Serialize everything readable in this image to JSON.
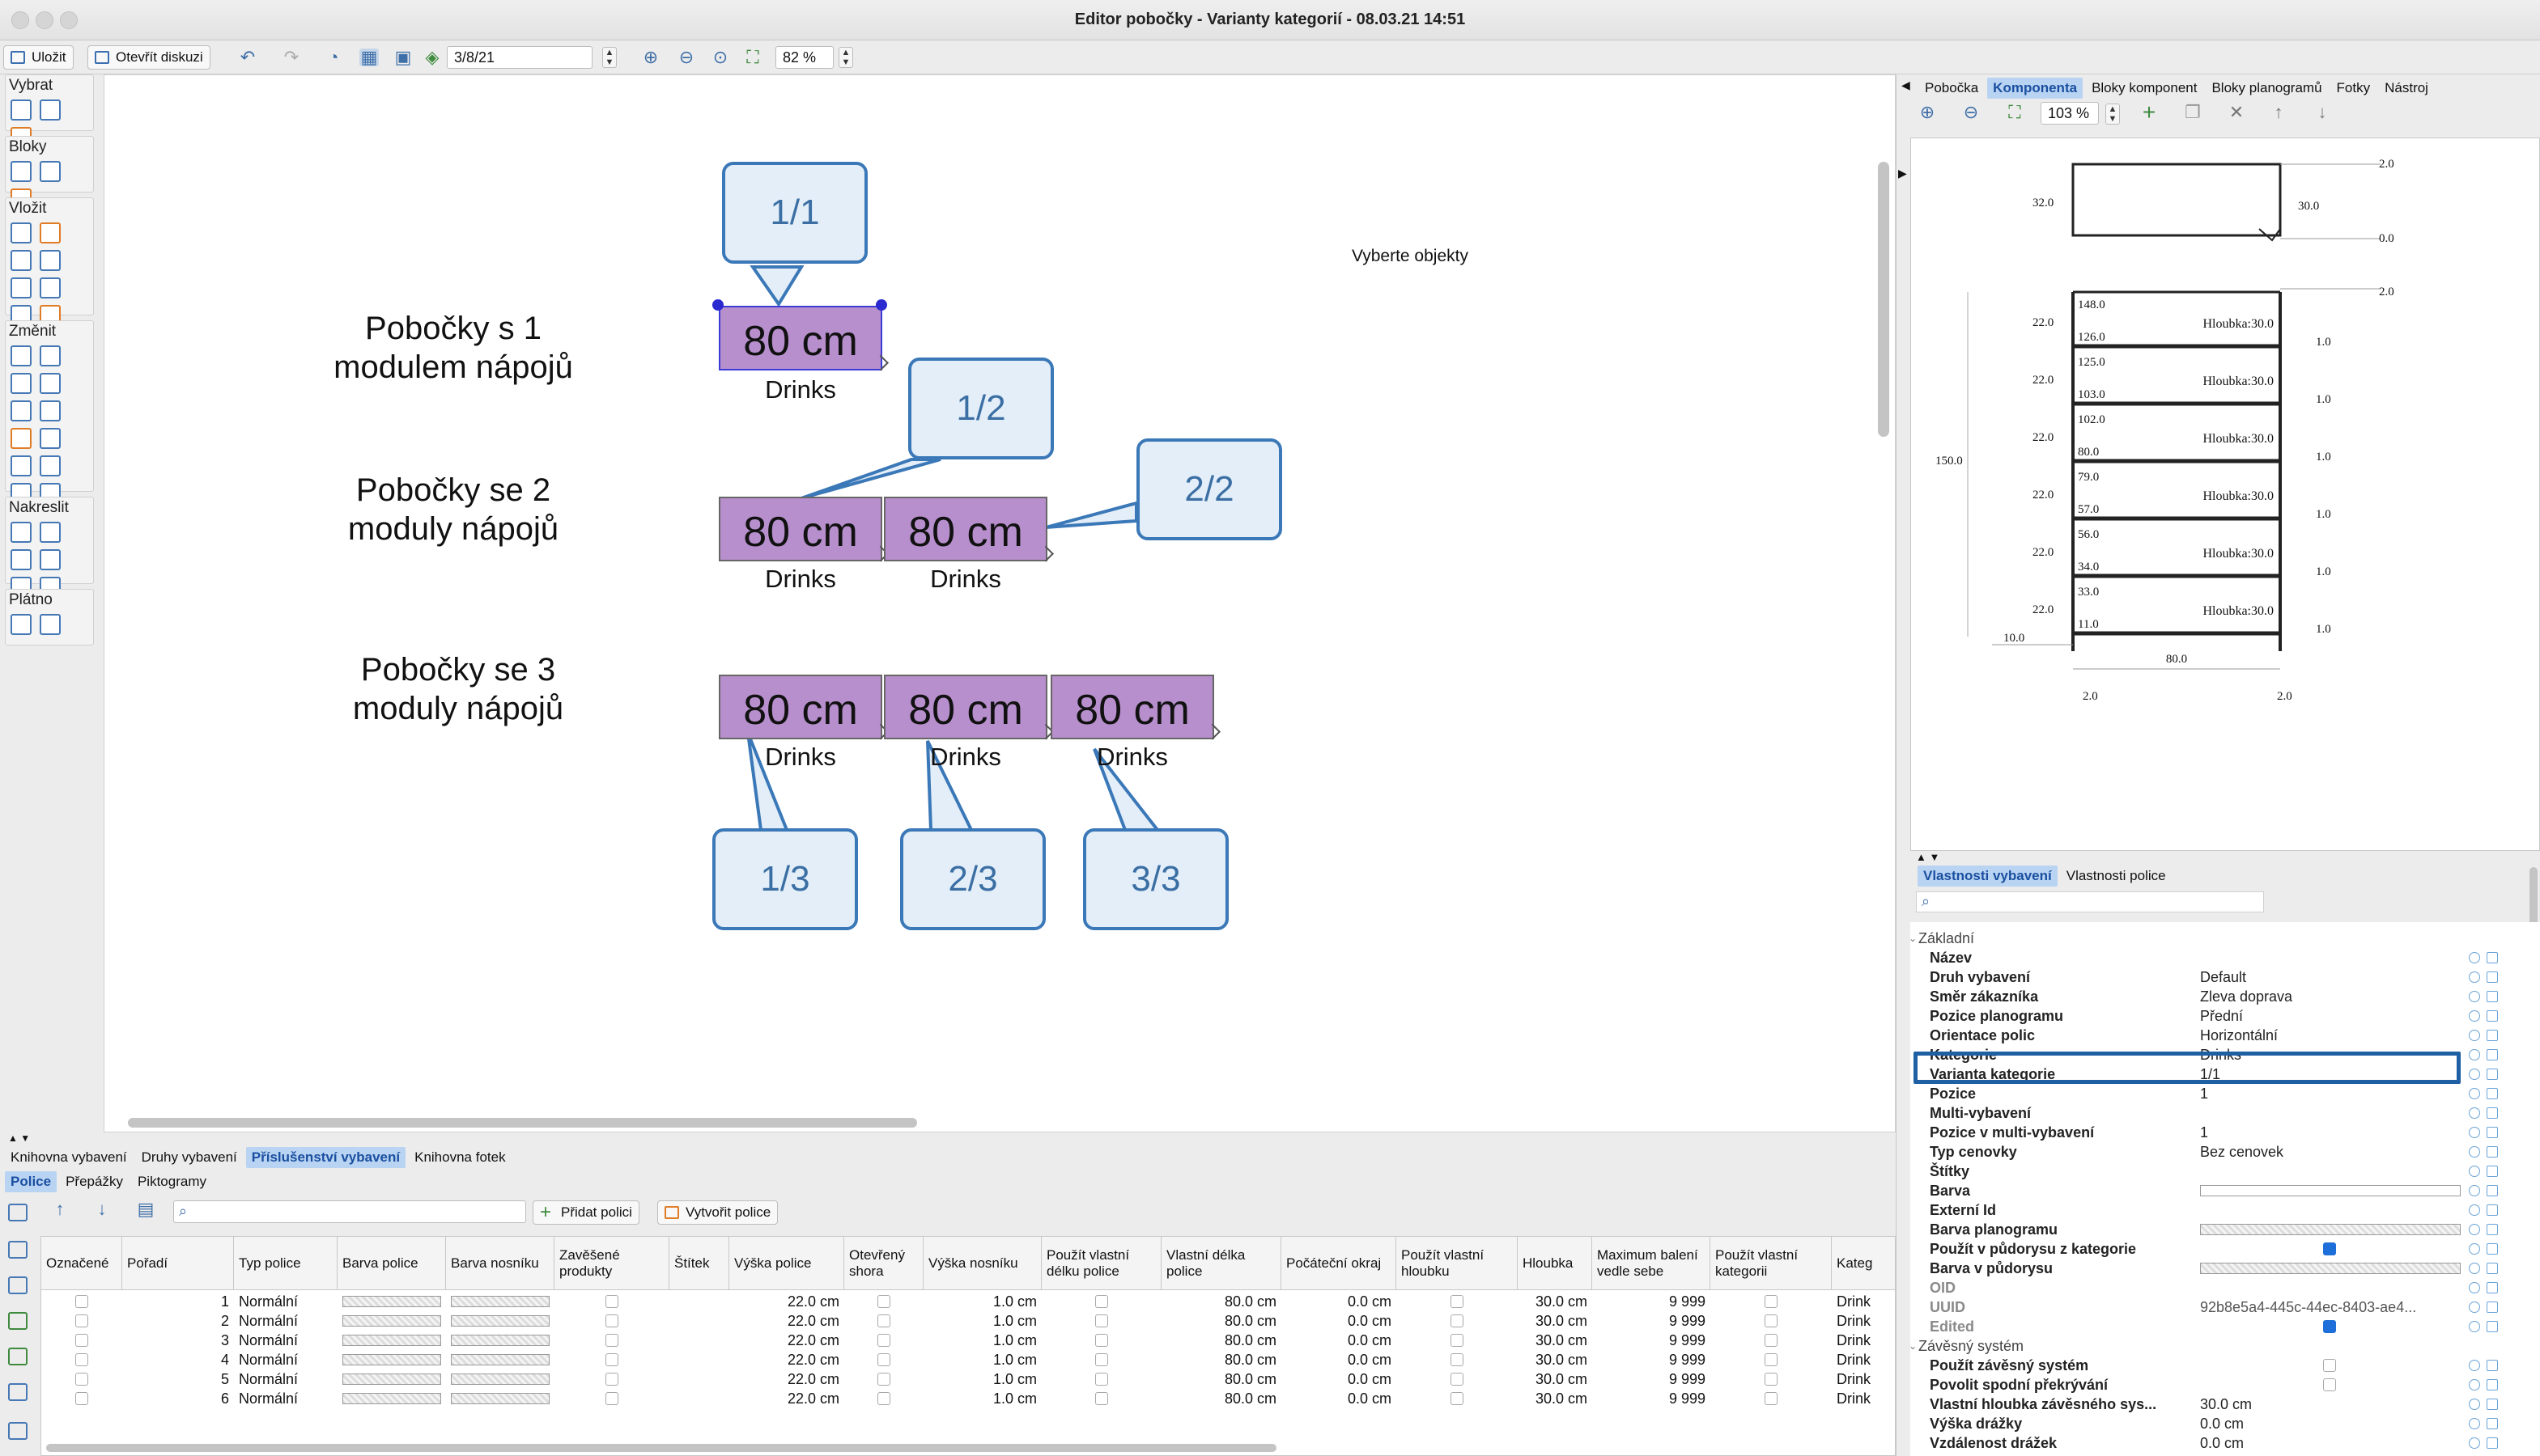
{
  "window": {
    "title": "Editor pobočky - Varianty kategorií - 08.03.21 14:51"
  },
  "toolbar": {
    "save": "Uložit",
    "open_discussion": "Otevřít diskuzi",
    "date": "3/8/21",
    "zoom": "82 %"
  },
  "palette": {
    "groups": [
      "Vybrat",
      "Bloky",
      "Vložit",
      "Změnit",
      "Nakreslit",
      "Plátno"
    ]
  },
  "canvas": {
    "hint": "Vyberte objekty",
    "rows": [
      {
        "caption1": "Pobočky s 1",
        "caption2": "modulem nápojů",
        "cells": [
          {
            "value": "80 cm",
            "label": "Drinks"
          }
        ]
      },
      {
        "caption1": "Pobočky se 2",
        "caption2": "moduly nápojů",
        "cells": [
          {
            "value": "80 cm",
            "label": "Drinks"
          },
          {
            "value": "80 cm",
            "label": "Drinks"
          }
        ]
      },
      {
        "caption1": "Pobočky se 3",
        "caption2": "moduly nápojů",
        "cells": [
          {
            "value": "80 cm",
            "label": "Drinks"
          },
          {
            "value": "80 cm",
            "label": "Drinks"
          },
          {
            "value": "80 cm",
            "label": "Drinks"
          }
        ]
      }
    ],
    "bubbles": [
      "1/1",
      "1/2",
      "2/2",
      "1/3",
      "2/3",
      "3/3"
    ]
  },
  "bottom": {
    "tabs": [
      "Knihovna vybavení",
      "Druhy vybavení",
      "Příslušenství vybavení",
      "Knihovna fotek"
    ],
    "subtabs": [
      "Police",
      "Přepážky",
      "Piktogramy"
    ],
    "add_shelf": "Přidat polici",
    "create_shelf": "Vytvořit police",
    "columns": [
      "Označené",
      "Pořadí",
      "Typ police",
      "Barva police",
      "Barva nosníku",
      "Zavěšené produkty",
      "Štítek",
      "Výška police",
      "Otevřený shora",
      "Výška nosníku",
      "Použít vlastní délku police",
      "Vlastní délka police",
      "Počáteční okraj",
      "Použít vlastní hloubku",
      "Hloubka",
      "Maximum balení vedle sebe",
      "Použít vlastní kategorii",
      "Kateg"
    ],
    "rows": [
      {
        "order": "1",
        "type": "Normální",
        "height": "22.0 cm",
        "beam": "1.0 cm",
        "length": "80.0 cm",
        "margin": "0.0 cm",
        "depth": "30.0 cm",
        "max": "9 999",
        "cat": "Drink"
      },
      {
        "order": "2",
        "type": "Normální",
        "height": "22.0 cm",
        "beam": "1.0 cm",
        "length": "80.0 cm",
        "margin": "0.0 cm",
        "depth": "30.0 cm",
        "max": "9 999",
        "cat": "Drink"
      },
      {
        "order": "3",
        "type": "Normální",
        "height": "22.0 cm",
        "beam": "1.0 cm",
        "length": "80.0 cm",
        "margin": "0.0 cm",
        "depth": "30.0 cm",
        "max": "9 999",
        "cat": "Drink"
      },
      {
        "order": "4",
        "type": "Normální",
        "height": "22.0 cm",
        "beam": "1.0 cm",
        "length": "80.0 cm",
        "margin": "0.0 cm",
        "depth": "30.0 cm",
        "max": "9 999",
        "cat": "Drink"
      },
      {
        "order": "5",
        "type": "Normální",
        "height": "22.0 cm",
        "beam": "1.0 cm",
        "length": "80.0 cm",
        "margin": "0.0 cm",
        "depth": "30.0 cm",
        "max": "9 999",
        "cat": "Drink"
      },
      {
        "order": "6",
        "type": "Normální",
        "height": "22.0 cm",
        "beam": "1.0 cm",
        "length": "80.0 cm",
        "margin": "0.0 cm",
        "depth": "30.0 cm",
        "max": "9 999",
        "cat": "Drink"
      }
    ]
  },
  "right": {
    "tabs": [
      "Pobočka",
      "Komponenta",
      "Bloky komponent",
      "Bloky planogramů",
      "Fotky",
      "Nástroj"
    ],
    "zoom": "103 %",
    "preview": {
      "top_labels": [
        "2.0",
        "32.0",
        "30.0",
        "0.0",
        "2.0"
      ],
      "shelves": [
        {
          "top": "148.0",
          "bottom": "126.0",
          "depth": "Hloubka:30.0",
          "gap": "22.0",
          "thick": "1.0"
        },
        {
          "top": "125.0",
          "bottom": "103.0",
          "depth": "Hloubka:30.0",
          "gap": "22.0",
          "thick": "1.0"
        },
        {
          "top": "102.0",
          "bottom": "80.0",
          "depth": "Hloubka:30.0",
          "gap": "22.0",
          "thick": "1.0"
        },
        {
          "top": "79.0",
          "bottom": "57.0",
          "depth": "Hloubka:30.0",
          "gap": "22.0",
          "thick": "1.0"
        },
        {
          "top": "56.0",
          "bottom": "34.0",
          "depth": "Hloubka:30.0",
          "gap": "22.0",
          "thick": "1.0"
        },
        {
          "top": "33.0",
          "bottom": "11.0",
          "depth": "Hloubka:30.0",
          "gap": "22.0",
          "thick": "1.0"
        }
      ],
      "height": "150.0",
      "base": "10.0",
      "width": "80.0",
      "foot_l": "2.0",
      "foot_r": "2.0"
    },
    "prop_tabs": [
      "Vlastnosti vybavení",
      "Vlastnosti police"
    ],
    "props": [
      {
        "name": "Základní",
        "group": true
      },
      {
        "name": "Název",
        "value": ""
      },
      {
        "name": "Druh vybavení",
        "value": "Default"
      },
      {
        "name": "Směr zákazníka",
        "value": "Zleva doprava"
      },
      {
        "name": "Pozice planogramu",
        "value": "Přední"
      },
      {
        "name": "Orientace polic",
        "value": "Horizontální"
      },
      {
        "name": "Kategorie",
        "value": "Drinks"
      },
      {
        "name": "Varianta kategorie",
        "value": "1/1"
      },
      {
        "name": "Pozice",
        "value": "1",
        "right": true
      },
      {
        "name": "Multi-vybavení",
        "value": ""
      },
      {
        "name": "Pozice v multi-vybavení",
        "value": "1",
        "right": true
      },
      {
        "name": "Typ cenovky",
        "value": "Bez cenovek"
      },
      {
        "name": "Štítky",
        "value": ""
      },
      {
        "name": "Barva",
        "value": "",
        "swatch": "plain"
      },
      {
        "name": "Externí Id",
        "value": ""
      },
      {
        "name": "Barva planogramu",
        "value": "",
        "swatch": "pattern"
      },
      {
        "name": "Použít v půdorysu z kategorie",
        "value": "",
        "check": true
      },
      {
        "name": "Barva v půdorysu",
        "value": "",
        "swatch": "pattern"
      },
      {
        "name": "OID",
        "value": "",
        "muted": true
      },
      {
        "name": "UUID",
        "value": "92b8e5a4-445c-44ec-8403-ae4...",
        "muted": true
      },
      {
        "name": "Edited",
        "value": "",
        "check": true,
        "muted": true
      },
      {
        "name": "Závěsný systém",
        "group": true
      },
      {
        "name": "Použít závěsný systém",
        "value": "",
        "uncheck": true
      },
      {
        "name": "Povolit spodní překrývání",
        "value": "",
        "uncheck": true
      },
      {
        "name": "Vlastní hloubka závěsného sys...",
        "value": "30.0 cm",
        "right": true
      },
      {
        "name": "Výška drážky",
        "value": "0.0 cm",
        "right": true
      },
      {
        "name": "Vzdálenost drážek",
        "value": "0.0 cm",
        "right": true
      }
    ]
  }
}
